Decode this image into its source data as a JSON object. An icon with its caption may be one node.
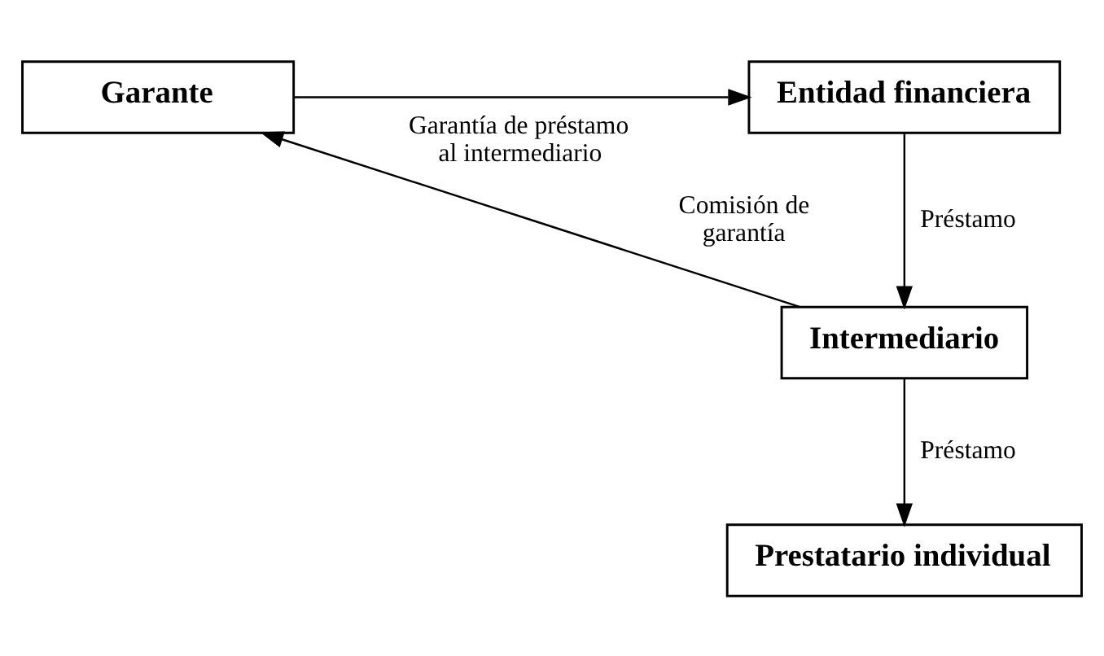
{
  "diagram": {
    "nodes": [
      {
        "text": [
          "Garante"
        ]
      },
      {
        "text": [
          "Entidad financiera"
        ]
      },
      {
        "text": [
          "Intermediario"
        ]
      },
      {
        "text": [
          "Prestatario individual"
        ]
      }
    ],
    "edges": [
      {
        "from": 0,
        "to": 1,
        "arrow": "to",
        "label": "Garantía de préstamo al intermediario"
      },
      {
        "from": 1,
        "to": 2,
        "arrow": "to",
        "label": "Préstamo"
      },
      {
        "from": 2,
        "to": 0,
        "arrow": "to",
        "label": "Comisión de garantía"
      },
      {
        "from": 2,
        "to": 3,
        "arrow": "to",
        "label": "Préstamo"
      }
    ]
  }
}
